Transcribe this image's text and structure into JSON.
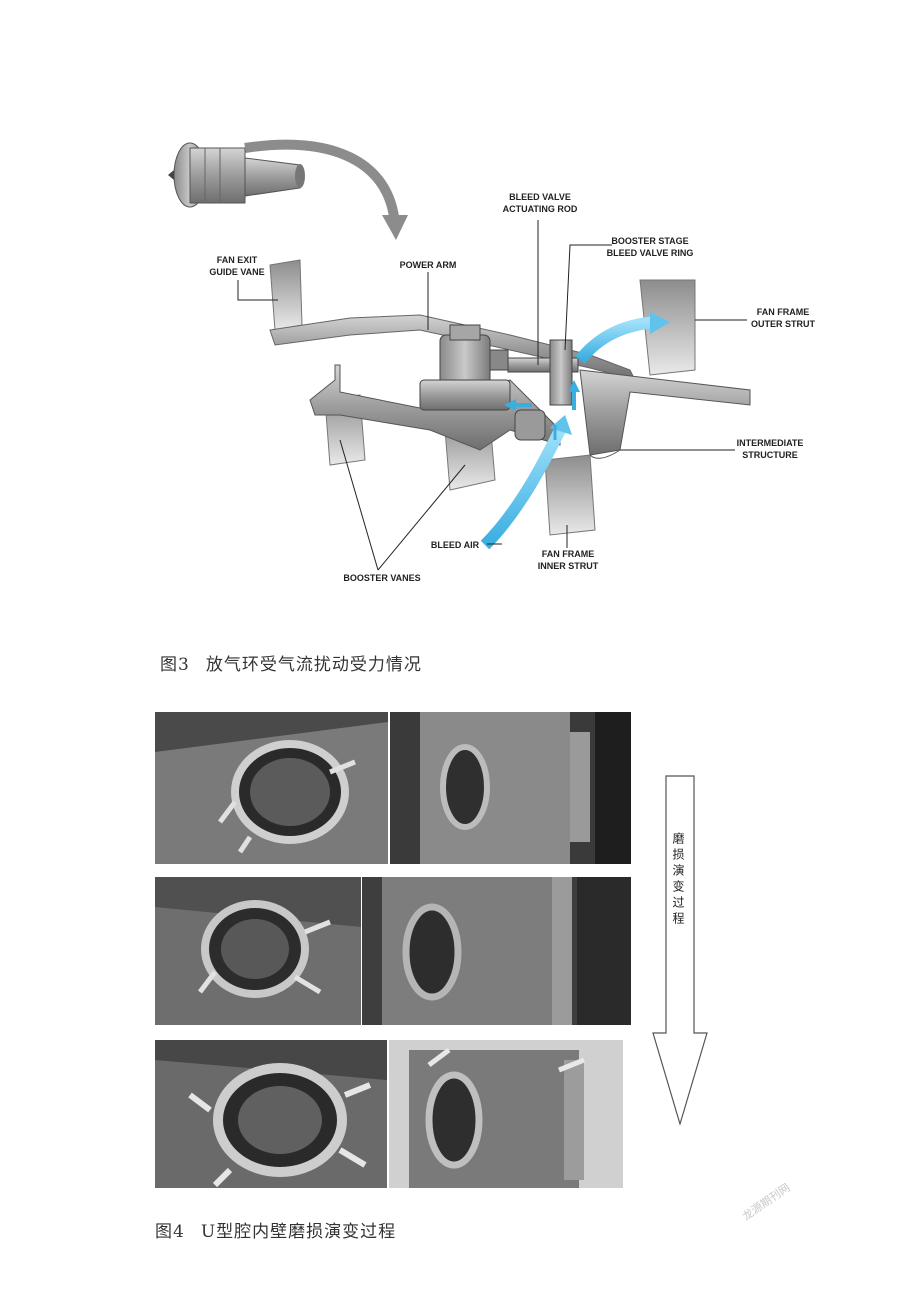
{
  "figure3": {
    "callouts": {
      "bleed_valve_rod": [
        "BLEED VALVE",
        "ACTUATING ROD"
      ],
      "booster_stage": [
        "BOOSTER STAGE",
        "BLEED VALVE RING"
      ],
      "fan_exit": [
        "FAN EXIT",
        "GUIDE VANE"
      ],
      "power_arm": [
        "POWER ARM"
      ],
      "fan_frame_outer": [
        "FAN FRAME",
        "OUTER STRUT"
      ],
      "intermediate": [
        "INTERMEDIATE",
        "STRUCTURE"
      ],
      "bleed_air": [
        "BLEED AIR"
      ],
      "fan_frame_inner": [
        "FAN FRAME",
        "INNER STRUT"
      ],
      "booster_vanes": [
        "BOOSTER VANES"
      ]
    },
    "caption": {
      "number": "图3",
      "text": "放气环受气流扰动受力情况"
    }
  },
  "figure4": {
    "arrow_label": "磨损演变过程",
    "caption": {
      "number": "图4",
      "text": "U型腔内壁磨损演变过程"
    }
  },
  "watermark": "龙源期刊网",
  "colors": {
    "airflow": "#5fc3ec",
    "metal": "#9a9a9a"
  }
}
